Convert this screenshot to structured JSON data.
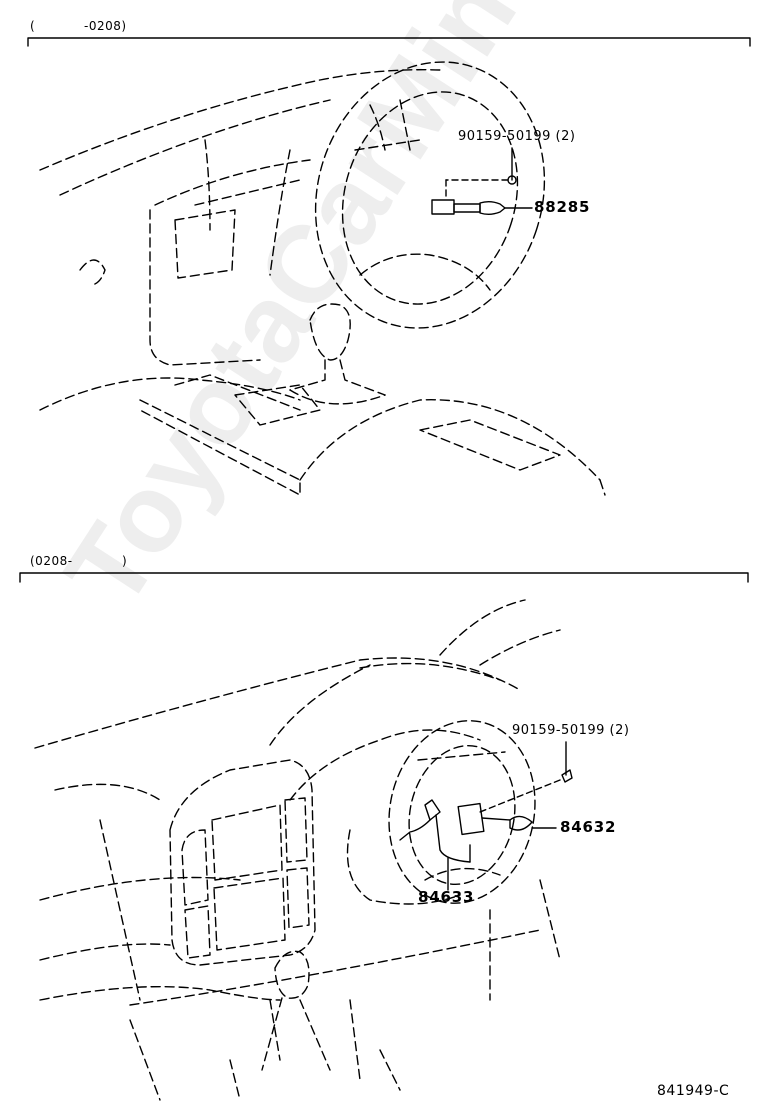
{
  "diagram1": {
    "range_open": "(",
    "range_value": "-0208)",
    "bolt_part": "90159-50199 (2)",
    "switch_part": "88285"
  },
  "diagram2": {
    "range_value": "(0208-",
    "range_close": ")",
    "bolt_part": "90159-50199 (2)",
    "switch_part": "84632",
    "harness_part": "84633"
  },
  "illustration_code": "841949-C",
  "watermark": "ToyotaCarMine.ru"
}
